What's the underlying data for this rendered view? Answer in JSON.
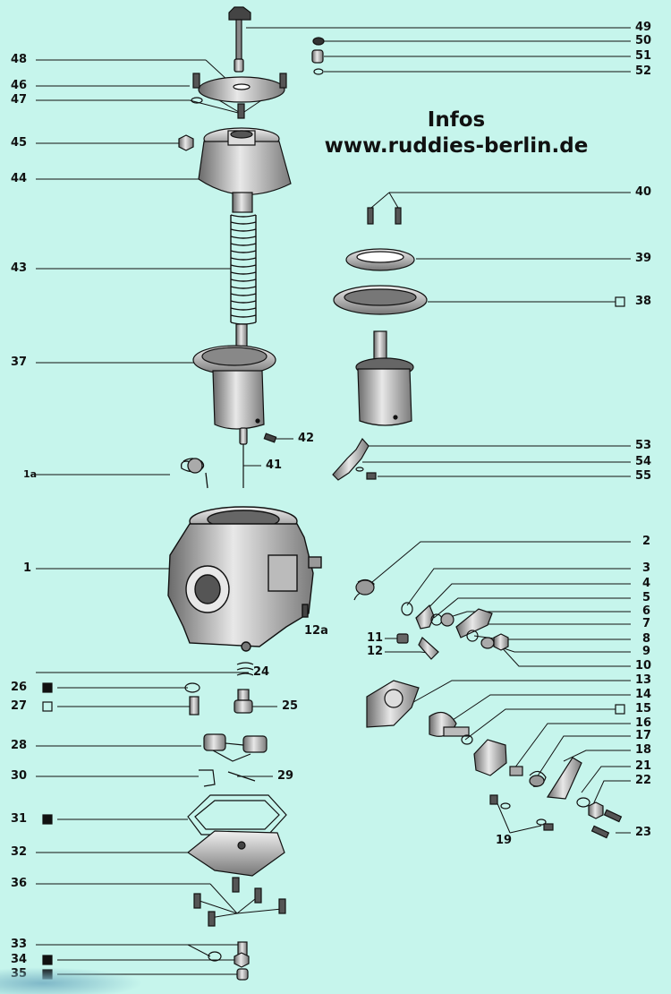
{
  "header": {
    "title": "Infos",
    "url": "www.ruddies-berlin.de"
  },
  "callouts": {
    "p49": "49",
    "p50": "50",
    "p51": "51",
    "p52": "52",
    "p48": "48",
    "p46": "46",
    "p47": "47",
    "p45": "45",
    "p44": "44",
    "p43": "43",
    "p37": "37",
    "p42": "42",
    "p41": "41",
    "p1a": "1a",
    "p40": "40",
    "p39": "39",
    "p38": "38",
    "p53": "53",
    "p54": "54",
    "p55": "55",
    "p1": "1",
    "p12a": "12a",
    "p2": "2",
    "p3": "3",
    "p4": "4",
    "p5": "5",
    "p6": "6",
    "p7": "7",
    "p8": "8",
    "p9": "9",
    "p10": "10",
    "p11": "11",
    "p12": "12",
    "p13": "13",
    "p14": "14",
    "p15": "15",
    "p16": "16",
    "p17": "17",
    "p18": "18",
    "p21": "21",
    "p22": "22",
    "p23": "23",
    "p19": "19",
    "p24": "24",
    "p25": "25",
    "p26": "26",
    "p27": "27",
    "p28": "28",
    "p29": "29",
    "p30": "30",
    "p31": "31",
    "p32": "32",
    "p36": "36",
    "p33": "33",
    "p34": "34",
    "p35": "35"
  },
  "colors": {
    "background": "#c6f5ec",
    "ink": "#111111",
    "part_fill": "#d9d9d9",
    "part_dark": "#555555"
  }
}
